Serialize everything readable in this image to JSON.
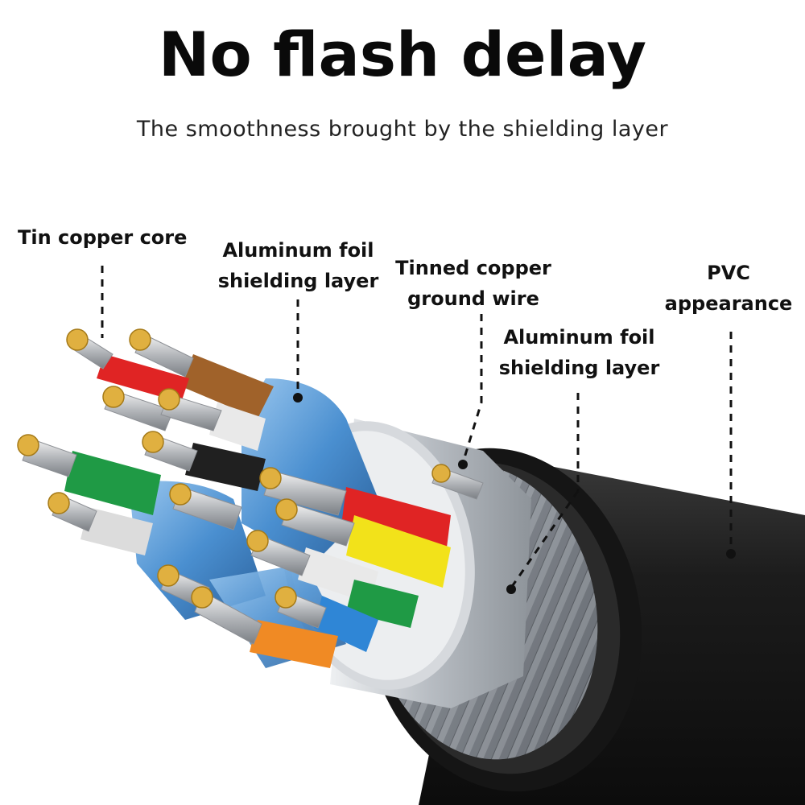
{
  "header": {
    "title": "No flash delay",
    "subtitle": "The smoothness brought by the shielding layer"
  },
  "callouts": {
    "tin_copper_core": "Tin copper core",
    "aluminum_foil_1_line1": "Aluminum foil",
    "aluminum_foil_1_line2": "shielding layer",
    "tinned_ground_line1": "Tinned copper",
    "tinned_ground_line2": "ground wire",
    "aluminum_foil_2_line1": "Aluminum foil",
    "aluminum_foil_2_line2": "shielding layer",
    "pvc_line1": "PVC",
    "pvc_line2": "appearance"
  },
  "colors": {
    "jacket": "#1b1b1b",
    "braid": "#8a8f96",
    "foil": "#c9ced4",
    "blue_shield": "#4a8fd0",
    "copper": "#e0b040",
    "wire_red": "#e02424",
    "wire_brown": "#a0622a",
    "wire_green": "#1f9a45",
    "wire_yellow": "#f2e21a",
    "wire_orange": "#f08a24",
    "wire_blue": "#2f86d6",
    "wire_white": "#e9e9e9",
    "wire_black": "#202020"
  }
}
